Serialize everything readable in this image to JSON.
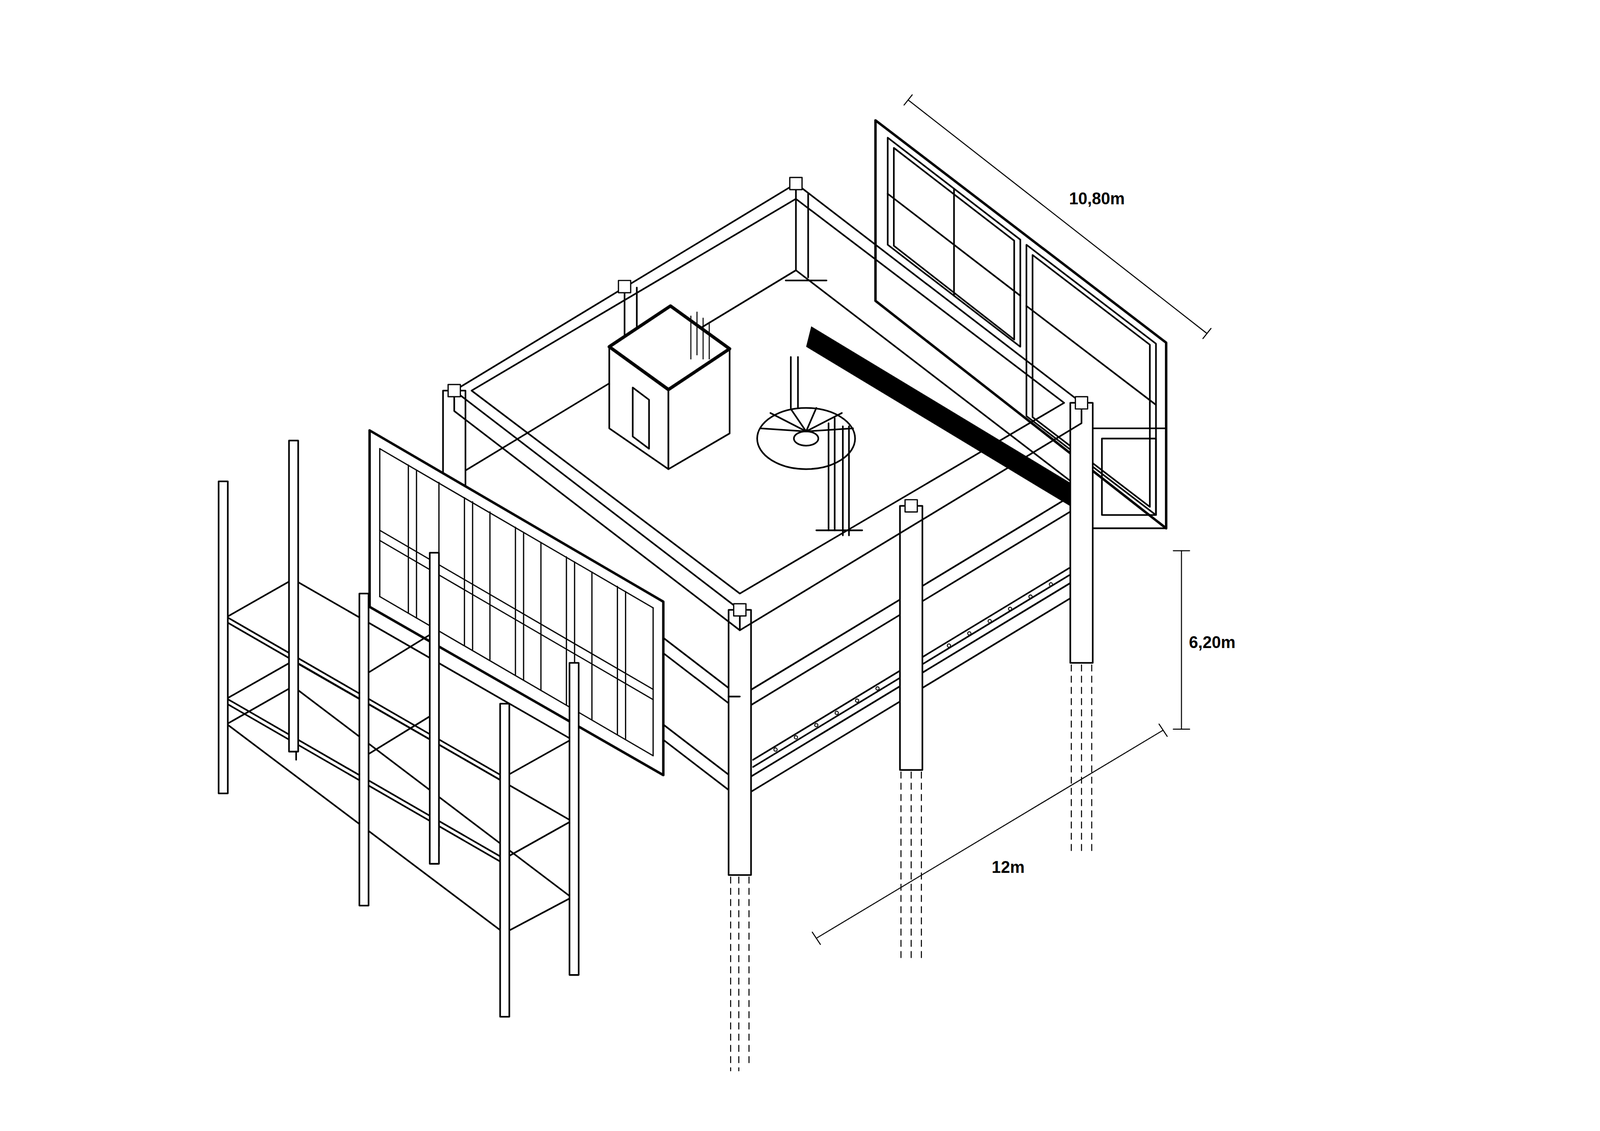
{
  "diagram": {
    "labels": [
      "10,80m",
      "6,20m",
      "12m"
    ]
  }
}
